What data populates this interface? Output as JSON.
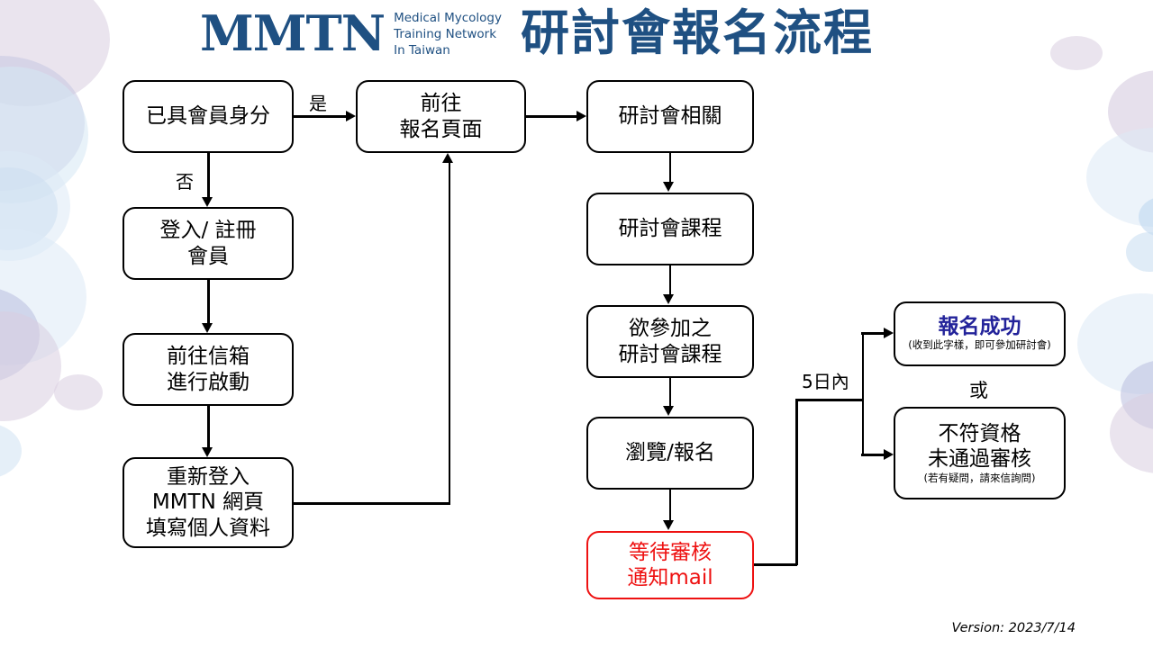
{
  "header": {
    "logo_mark": "MMTN",
    "logo_line1": "Medical Mycology",
    "logo_line2": "Training Network",
    "logo_line3": "In Taiwan",
    "title": "研討會報名流程",
    "brand_color": "#1f5082"
  },
  "flow": {
    "nodes": [
      {
        "id": "member-check",
        "line1": "已具會員身分",
        "line2": "",
        "line3": ""
      },
      {
        "id": "login-register",
        "line1": "登入/ 註冊",
        "line2": "會員",
        "line3": ""
      },
      {
        "id": "mailbox-activate",
        "line1": "前往信箱",
        "line2": "進行啟動",
        "line3": ""
      },
      {
        "id": "relogin-profile",
        "line1": "重新登入",
        "line2": "MMTN 網頁",
        "line3": "填寫個人資料"
      },
      {
        "id": "go-signup-page",
        "line1": "前往",
        "line2": "報名頁面",
        "line3": ""
      },
      {
        "id": "seminar-info",
        "line1": "研討會相關",
        "line2": "",
        "line3": ""
      },
      {
        "id": "seminar-course",
        "line1": "研討會課程",
        "line2": "",
        "line3": ""
      },
      {
        "id": "desired-course",
        "line1": "欲參加之",
        "line2": "研討會課程",
        "line3": ""
      },
      {
        "id": "browse-signup",
        "line1": "瀏覽/報名",
        "line2": "",
        "line3": ""
      },
      {
        "id": "await-review",
        "line1": "等待審核",
        "line2": "通知mail",
        "line3": ""
      }
    ],
    "success": {
      "headline": "報名成功",
      "note": "(收到此字樣，即可參加研討會)",
      "headline_color": "#23239a"
    },
    "failure": {
      "line1": "不符資格",
      "line2": "未通過審核",
      "note": "(若有疑問，請來信詢問)"
    },
    "labels": {
      "yes": "是",
      "no": "否",
      "within_5_days": "5日內",
      "or": "或"
    },
    "red_color": "#ee1111"
  },
  "footer": {
    "version": "Version: 2023/7/14"
  }
}
